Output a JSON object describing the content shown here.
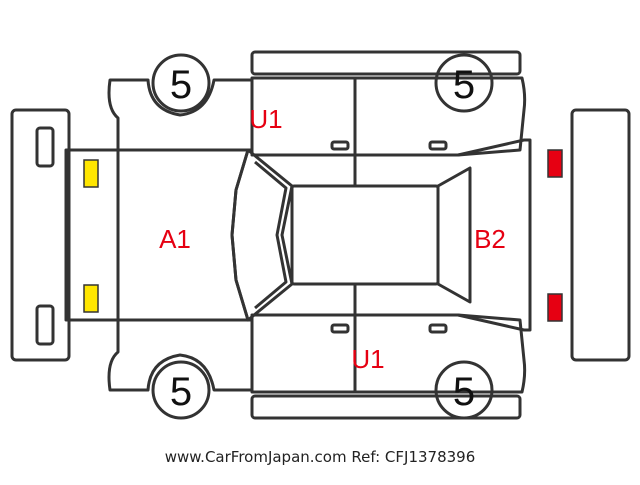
{
  "colors": {
    "outline": "#333333",
    "label": "#e60012",
    "yellow_marker": "#ffe600",
    "red_marker": "#e60012",
    "background": "#ffffff"
  },
  "tire_depth": {
    "front_left": "5",
    "front_right": "5",
    "rear_left": "5",
    "rear_right": "5"
  },
  "damage": {
    "hood": "A1",
    "left_doors": "U1",
    "right_doors": "U1",
    "rear": "B2"
  },
  "footer": {
    "url": "www.CarFromJapan.com",
    "ref": "Ref: CFJ1378396"
  }
}
